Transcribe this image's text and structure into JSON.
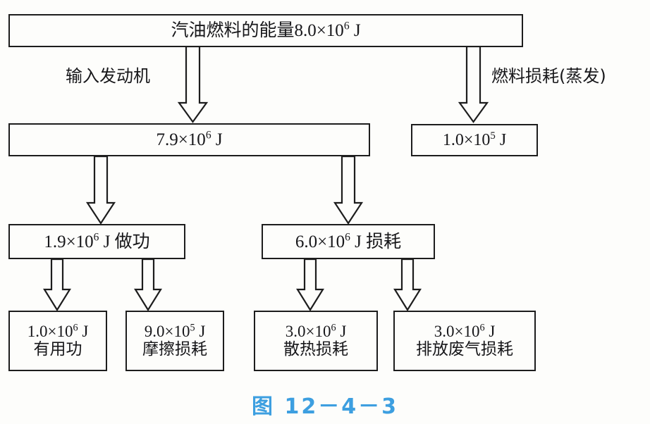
{
  "figure": {
    "caption": "图 12－4－3",
    "caption_color": "#3d9fe0",
    "ink_color": "#1d1d1d",
    "background": "#fdfdfb"
  },
  "chart_data": {
    "type": "diagram",
    "subtype": "energy-flow-sankey-flowchart",
    "title": "图 12－4－3",
    "units": "J",
    "nodes": [
      {
        "id": "source",
        "level": 0,
        "value_text": "8.0×10⁶ J",
        "label": "汽油燃料的能量",
        "full_text": "汽油燃料的能量8.0×10⁶ J",
        "mantissa": "8.0",
        "exponent": "6",
        "value": 8000000
      },
      {
        "id": "engine-input",
        "level": 1,
        "value_text": "7.9×10⁶ J",
        "label": "",
        "mantissa": "7.9",
        "exponent": "6",
        "value": 7900000
      },
      {
        "id": "fuel-evaporation-loss",
        "level": 1,
        "value_text": "1.0×10⁵ J",
        "label": "",
        "mantissa": "1.0",
        "exponent": "5",
        "value": 100000
      },
      {
        "id": "work-done",
        "level": 2,
        "value_text": "1.9×10⁶ J",
        "label": "做功",
        "mantissa": "1.9",
        "exponent": "6",
        "value": 1900000
      },
      {
        "id": "total-loss",
        "level": 2,
        "value_text": "6.0×10⁶ J",
        "label": "损耗",
        "mantissa": "6.0",
        "exponent": "6",
        "value": 6000000
      },
      {
        "id": "useful-work",
        "level": 3,
        "value_text": "1.0×10⁶ J",
        "label": "有用功",
        "mantissa": "1.0",
        "exponent": "6",
        "value": 1000000
      },
      {
        "id": "friction-loss",
        "level": 3,
        "value_text": "9.0×10⁵ J",
        "label": "摩擦损耗",
        "mantissa": "9.0",
        "exponent": "5",
        "value": 900000
      },
      {
        "id": "heat-dissipation-loss",
        "level": 3,
        "value_text": "3.0×10⁶ J",
        "label": "散热损耗",
        "mantissa": "3.0",
        "exponent": "6",
        "value": 3000000
      },
      {
        "id": "exhaust-gas-loss",
        "level": 3,
        "value_text": "3.0×10⁶ J",
        "label": "排放废气损耗",
        "mantissa": "3.0",
        "exponent": "6",
        "value": 3000000
      }
    ],
    "flows": [
      {
        "from": "source",
        "to": "engine-input",
        "label": "输入发动机"
      },
      {
        "from": "source",
        "to": "fuel-evaporation-loss",
        "label": "燃料损耗(蒸发)"
      },
      {
        "from": "engine-input",
        "to": "work-done",
        "label": ""
      },
      {
        "from": "engine-input",
        "to": "total-loss",
        "label": ""
      },
      {
        "from": "work-done",
        "to": "useful-work",
        "label": ""
      },
      {
        "from": "work-done",
        "to": "friction-loss",
        "label": ""
      },
      {
        "from": "total-loss",
        "to": "heat-dissipation-loss",
        "label": ""
      },
      {
        "from": "total-loss",
        "to": "exhaust-gas-loss",
        "label": ""
      }
    ]
  }
}
